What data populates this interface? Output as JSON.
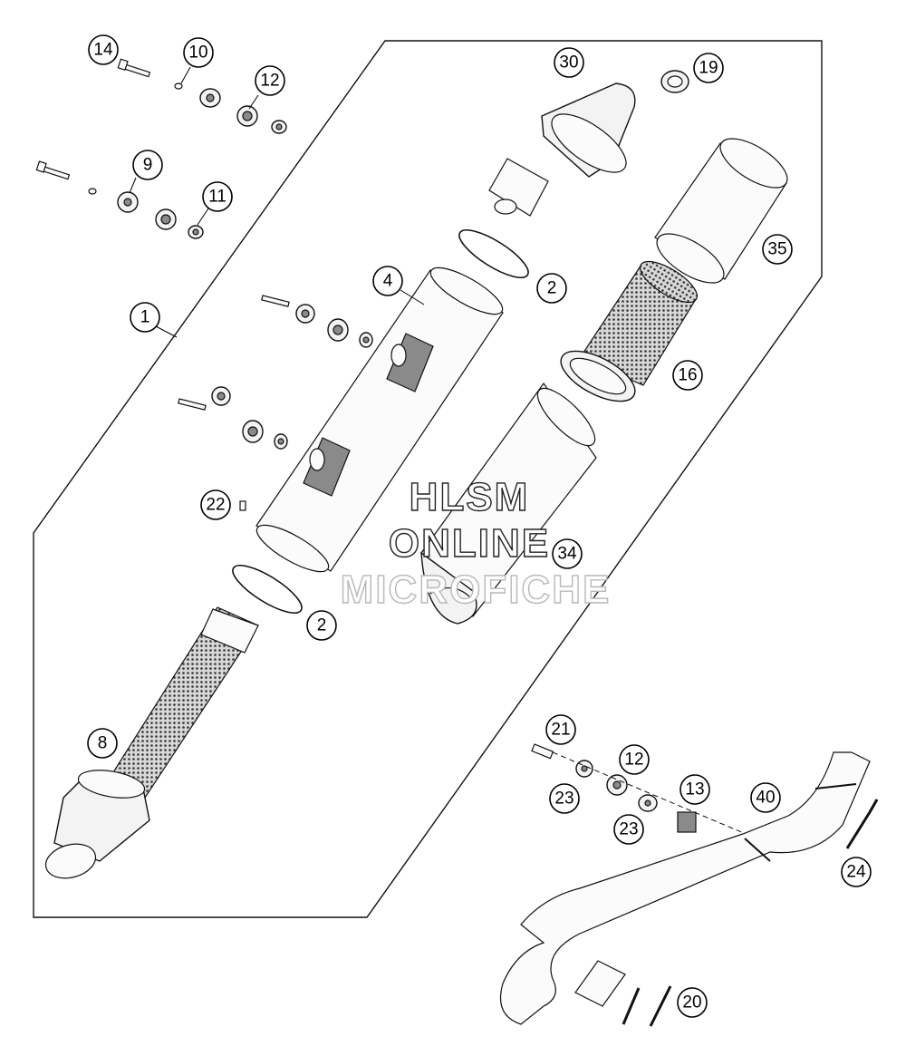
{
  "watermark": {
    "line1": "HLSM",
    "line2": "ONLINE",
    "line3": "MICROFICHE"
  },
  "callouts": [
    {
      "id": "c14",
      "label": "14"
    },
    {
      "id": "c10",
      "label": "10"
    },
    {
      "id": "c12a",
      "label": "12"
    },
    {
      "id": "c9",
      "label": "9"
    },
    {
      "id": "c11",
      "label": "11"
    },
    {
      "id": "c1",
      "label": "1"
    },
    {
      "id": "c4",
      "label": "4"
    },
    {
      "id": "c30",
      "label": "30"
    },
    {
      "id": "c19",
      "label": "19"
    },
    {
      "id": "c2a",
      "label": "2"
    },
    {
      "id": "c35",
      "label": "35"
    },
    {
      "id": "c16",
      "label": "16"
    },
    {
      "id": "c22",
      "label": "22"
    },
    {
      "id": "c34",
      "label": "34"
    },
    {
      "id": "c2b",
      "label": "2"
    },
    {
      "id": "c8",
      "label": "8"
    },
    {
      "id": "c21",
      "label": "21"
    },
    {
      "id": "c12b",
      "label": "12"
    },
    {
      "id": "c23a",
      "label": "23"
    },
    {
      "id": "c13",
      "label": "13"
    },
    {
      "id": "c40",
      "label": "40"
    },
    {
      "id": "c23b",
      "label": "23"
    },
    {
      "id": "c24",
      "label": "24"
    },
    {
      "id": "c20",
      "label": "20"
    }
  ]
}
